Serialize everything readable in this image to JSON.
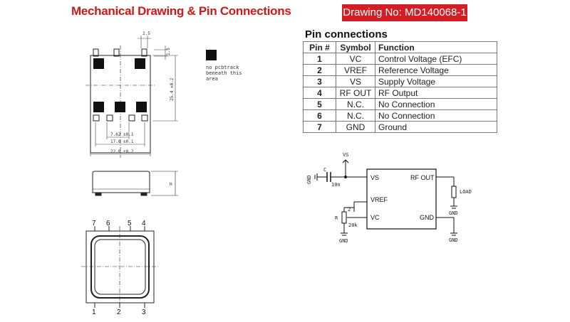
{
  "header": {
    "title": "Mechanical Drawing & Pin Connections",
    "drawing_no": "Drawing No: MD140068-1",
    "accent_color": "#d21f26",
    "title_color": "#cc1a1a"
  },
  "pin_table": {
    "heading": "Pin connections",
    "columns": [
      "Pin #",
      "Symbol",
      "Function"
    ],
    "rows": [
      {
        "pin": "1",
        "symbol": "VC",
        "function": "Control Voltage (EFC)"
      },
      {
        "pin": "2",
        "symbol": "VREF",
        "function": "Reference Voltage"
      },
      {
        "pin": "3",
        "symbol": "VS",
        "function": "Supply Voltage"
      },
      {
        "pin": "4",
        "symbol": "RF OUT",
        "function": "RF Output"
      },
      {
        "pin": "5",
        "symbol": "N.C.",
        "function": "No Connection"
      },
      {
        "pin": "6",
        "symbol": "N.C.",
        "function": "No Connection"
      },
      {
        "pin": "7",
        "symbol": "GND",
        "function": "Ground"
      }
    ]
  },
  "mechanical": {
    "note_lines": [
      "no pcbtrack",
      "beneath this",
      "area"
    ],
    "dims": {
      "pad_w": "2.5",
      "pad_h": "1.5",
      "height_total": "25.4 ±0.2",
      "pitch_a": "7.62 ±0.1",
      "pitch_b": "17.8 ±0.1",
      "width_total": "22.0 ±0.2",
      "side_h": "H"
    },
    "bottom_pins_top": [
      "7",
      "6",
      "5",
      "4"
    ],
    "bottom_pins_bottom": [
      "1",
      "2",
      "3"
    ]
  },
  "schematic": {
    "vs_label": "VS",
    "cap_label": "C",
    "cap_value": "10n",
    "gnd": "GND",
    "pin_vs": "VS",
    "pin_vref": "VREF",
    "pin_vc": "VC",
    "pin_rfout": "RF OUT",
    "pin_gnd": "GND",
    "pot_label": "R",
    "pot_value": "20k",
    "pot_pin": "2",
    "load_label": "LOAD"
  }
}
